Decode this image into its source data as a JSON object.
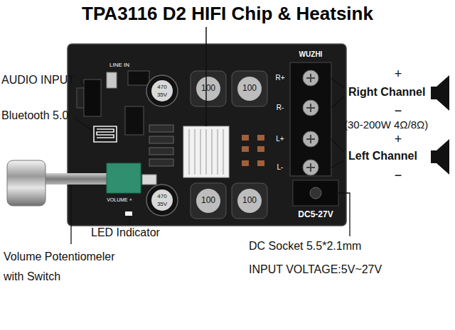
{
  "diagram": {
    "title": "TPA3116 D2 HIFI Chip & Heatsink",
    "labels": [
      "AUDIO INPUT",
      "Bluetooth 5.0",
      "Volume Potentiomeler with Switch",
      "LED Indicator",
      "DC Socket 5.5*2.1mm",
      "INPUT VOLTAGE:5V~27V",
      "+",
      "Right Channel",
      "−",
      "(30-200W 4Ω/8Ω)",
      "+",
      "Left Channel",
      "−",
      "LINE IN",
      "WUZHI",
      "R+",
      "R-",
      "L+",
      "L-",
      "470",
      "35V",
      "470",
      "35V",
      "100",
      "100",
      "100",
      "100",
      "DC5-27V",
      "VOLUME +"
    ]
  }
}
